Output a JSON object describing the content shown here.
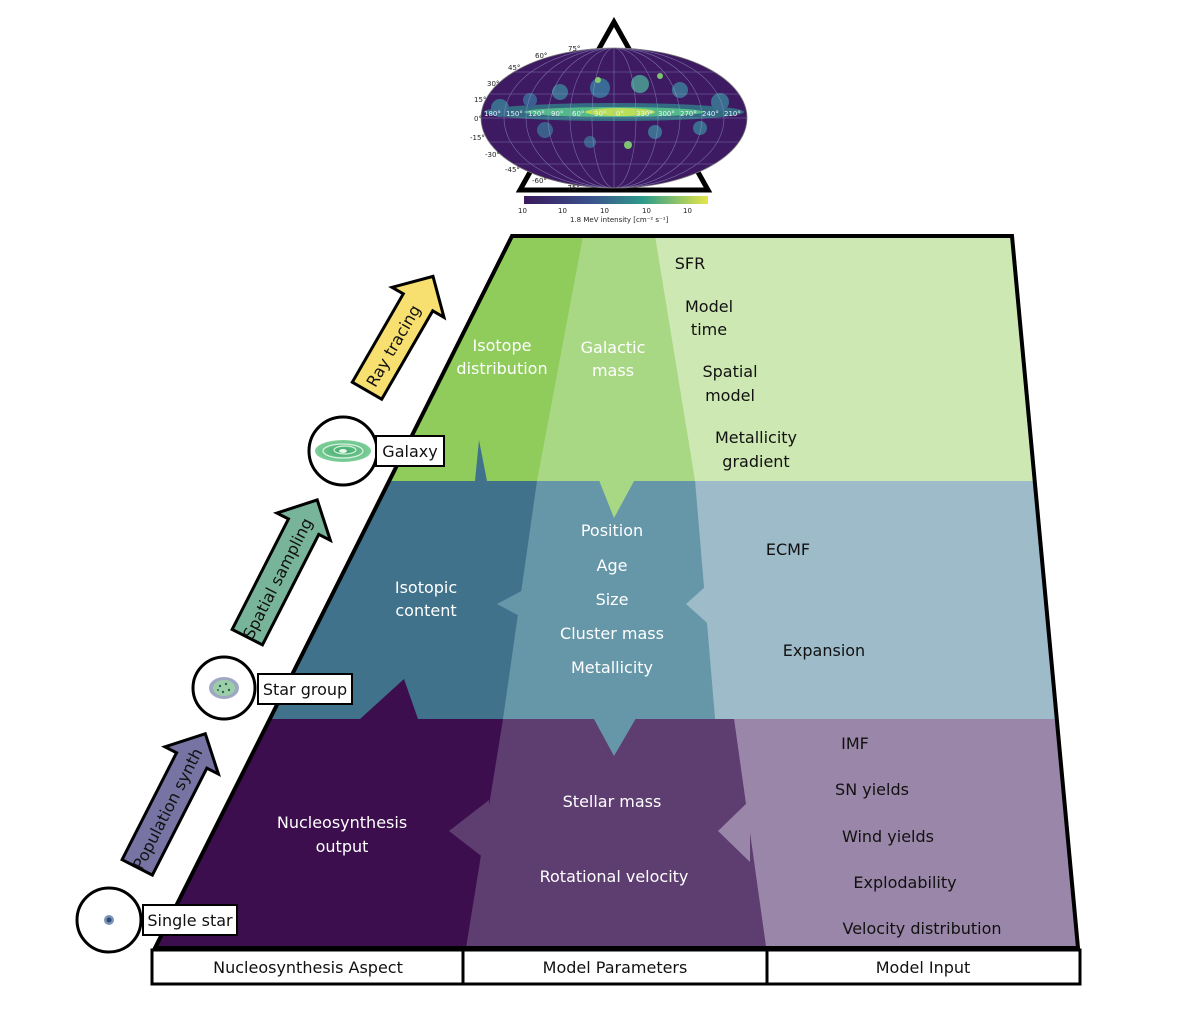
{
  "sky_map": {
    "lat_labels": [
      "75°",
      "60°",
      "45°",
      "30°",
      "15°",
      "0°",
      "-15°",
      "-30°",
      "-45°",
      "-60°",
      "-75°"
    ],
    "lon_labels": [
      "180°",
      "150°",
      "120°",
      "90°",
      "60°",
      "30°",
      "0°",
      "330°",
      "300°",
      "270°",
      "240°",
      "210°"
    ],
    "colorbar_ticks": [
      "10",
      "10",
      "10",
      "10",
      "10"
    ],
    "colorbar_label": "1.8 MeV intensity [cm⁻² s⁻¹]"
  },
  "columns": {
    "aspect": "Nucleosynthesis Aspect",
    "params": "Model Parameters",
    "input": "Model Input"
  },
  "levels": {
    "galaxy": {
      "aspect": [
        "Isotope",
        "distribution"
      ],
      "params": [
        "Galactic",
        "mass"
      ],
      "input": [
        "SFR",
        "Model",
        "time",
        "Spatial",
        "model",
        "Metallicity",
        "gradient"
      ]
    },
    "group": {
      "aspect": [
        "Isotopic",
        "content"
      ],
      "params": [
        "Position",
        "Age",
        "Size",
        "Cluster mass",
        "Metallicity"
      ],
      "input": [
        "ECMF",
        "Expansion"
      ]
    },
    "star": {
      "aspect": [
        "Nucleosynthesis",
        "output"
      ],
      "params": [
        "Stellar mass",
        "Rotational velocity"
      ],
      "input": [
        "IMF",
        "SN yields",
        "Wind yields",
        "Explodability",
        "Velocity distribution"
      ]
    }
  },
  "scales": {
    "galaxy": "Galaxy",
    "star_group": "Star group",
    "single_star": "Single star"
  },
  "arrows": {
    "ray_tracing": "Ray tracing",
    "spatial_sampling": "Spatial sampling",
    "population_synth": "Population synth"
  },
  "colors": {
    "galaxy_aspect": "#8fcc5c",
    "galaxy_params": "#a8d884",
    "galaxy_input": "#cde8b2",
    "group_aspect": "#41728c",
    "group_params": "#6697a8",
    "group_input": "#9dbbc8",
    "star_aspect": "#3c0e4d",
    "star_params": "#5e3d70",
    "star_input": "#9a86a8",
    "arrow_ray": "#f8e070",
    "arrow_spatial": "#77b49a",
    "arrow_population": "#7774a4"
  }
}
